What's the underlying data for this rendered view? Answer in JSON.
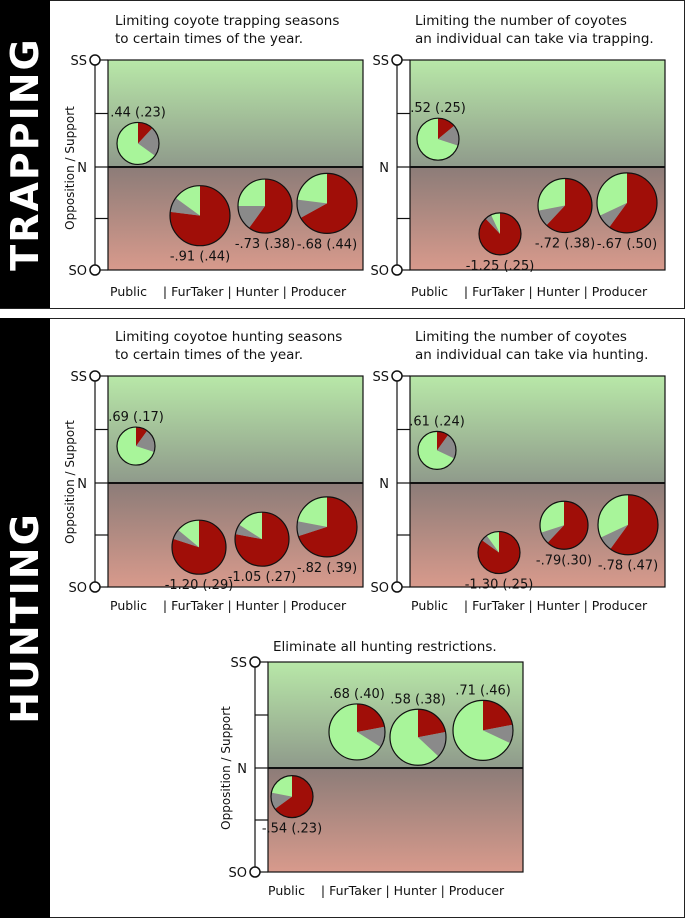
{
  "sections": {
    "trapping": "TRAPPING",
    "hunting": "HUNTING"
  },
  "colors": {
    "support_slice": "#a8f59a",
    "neutral_slice": "#8a8a8a",
    "oppose_slice": "#a00e08",
    "bg_top": "#b8e8a8",
    "bg_bottom": "#d89a8c"
  },
  "chart_data": [
    {
      "type": "pie-bubble",
      "section": "trapping",
      "title": "Limiting coyote trapping seasons\nto certain times of the year.",
      "ylabel": "Opposition / Support",
      "y_ticks": [
        "SS",
        "N",
        "SO"
      ],
      "category_axis": "Public    | FurTaker | Hunter | Producer",
      "categories": [
        "Public",
        "FurTaker",
        "Hunter",
        "Producer"
      ],
      "points": [
        {
          "mean": 0.44,
          "label": ".44 (.23)",
          "oppose": 0.12,
          "neutral": 0.23,
          "support": 0.65
        },
        {
          "mean": -0.91,
          "label": "-.91 (.44)",
          "oppose": 0.77,
          "neutral": 0.08,
          "support": 0.15
        },
        {
          "mean": -0.73,
          "label": "-.73 (.38)",
          "oppose": 0.6,
          "neutral": 0.15,
          "support": 0.25
        },
        {
          "mean": -0.68,
          "label": "-.68 (.44)",
          "oppose": 0.67,
          "neutral": 0.1,
          "support": 0.23
        }
      ]
    },
    {
      "type": "pie-bubble",
      "section": "trapping",
      "title": "Limiting the number of coyotes\nan individual can take via trapping.",
      "ylabel": "",
      "y_ticks": [
        "SS",
        "N",
        "SO"
      ],
      "category_axis": "Public    | FurTaker | Hunter | Producer",
      "categories": [
        "Public",
        "FurTaker",
        "Hunter",
        "Producer"
      ],
      "points": [
        {
          "mean": 0.52,
          "label": ".52 (.25)",
          "oppose": 0.14,
          "neutral": 0.16,
          "support": 0.7
        },
        {
          "mean": -1.25,
          "label": "-1.25 (.25)",
          "oppose": 0.88,
          "neutral": 0.05,
          "support": 0.07
        },
        {
          "mean": -0.72,
          "label": "-.72 (.38)",
          "oppose": 0.62,
          "neutral": 0.1,
          "support": 0.28
        },
        {
          "mean": -0.67,
          "label": "-.67 (.50)",
          "oppose": 0.6,
          "neutral": 0.08,
          "support": 0.32
        }
      ]
    },
    {
      "type": "pie-bubble",
      "section": "hunting",
      "title": "Limiting coyotoe hunting seasons\nto certain times of the year.",
      "ylabel": "Opposition / Support",
      "y_ticks": [
        "SS",
        "N",
        "SO"
      ],
      "category_axis": "Public    | FurTaker | Hunter | Producer",
      "categories": [
        "Public",
        "FurTaker",
        "Hunter",
        "Producer"
      ],
      "points": [
        {
          "mean": 0.69,
          "label": ".69 (.17)",
          "oppose": 0.1,
          "neutral": 0.2,
          "support": 0.7
        },
        {
          "mean": -1.2,
          "label": "-1.20 (.29)",
          "oppose": 0.8,
          "neutral": 0.06,
          "support": 0.14
        },
        {
          "mean": -1.05,
          "label": "-1.05 (.27)",
          "oppose": 0.78,
          "neutral": 0.06,
          "support": 0.16
        },
        {
          "mean": -0.82,
          "label": "-.82 (.39)",
          "oppose": 0.7,
          "neutral": 0.08,
          "support": 0.22
        }
      ]
    },
    {
      "type": "pie-bubble",
      "section": "hunting",
      "title": "Limiting the number of coyotes\nan individual can take via hunting.",
      "ylabel": "",
      "y_ticks": [
        "SS",
        "N",
        "SO"
      ],
      "category_axis": "Public    | FurTaker | Hunter | Producer",
      "categories": [
        "Public",
        "FurTaker",
        "Hunter",
        "Producer"
      ],
      "points": [
        {
          "mean": 0.61,
          "label": ".61 (.24)",
          "oppose": 0.1,
          "neutral": 0.22,
          "support": 0.68
        },
        {
          "mean": -1.3,
          "label": "-1.30 (.25)",
          "oppose": 0.85,
          "neutral": 0.05,
          "support": 0.1
        },
        {
          "mean": -0.79,
          "label": "-.79(.30)",
          "oppose": 0.62,
          "neutral": 0.08,
          "support": 0.3
        },
        {
          "mean": -0.78,
          "label": "-.78 (.47)",
          "oppose": 0.6,
          "neutral": 0.08,
          "support": 0.32
        }
      ]
    },
    {
      "type": "pie-bubble",
      "section": "hunting",
      "title": "Eliminate all hunting restrictions.",
      "ylabel": "Opposition / Support",
      "y_ticks": [
        "SS",
        "N",
        "SO"
      ],
      "category_axis": "Public    | FurTaker | Hunter | Producer",
      "categories": [
        "Public",
        "FurTaker",
        "Hunter",
        "Producer"
      ],
      "points": [
        {
          "mean": -0.54,
          "label": "-.54 (.23)",
          "oppose": 0.65,
          "neutral": 0.13,
          "support": 0.22
        },
        {
          "mean": 0.68,
          "label": ".68 (.40)",
          "oppose": 0.22,
          "neutral": 0.12,
          "support": 0.66
        },
        {
          "mean": 0.58,
          "label": ".58 (.38)",
          "oppose": 0.22,
          "neutral": 0.15,
          "support": 0.63
        },
        {
          "mean": 0.71,
          "label": ".71 (.46)",
          "oppose": 0.22,
          "neutral": 0.1,
          "support": 0.68
        }
      ]
    }
  ]
}
